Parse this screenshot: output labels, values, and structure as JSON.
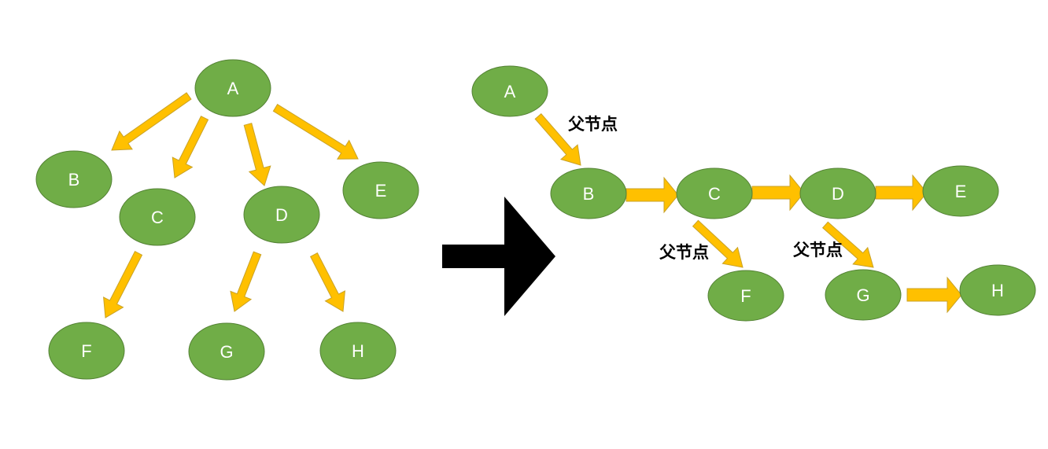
{
  "colors": {
    "node_fill": "#70ad47",
    "node_stroke": "#548235",
    "arrow_fill": "#ffc000",
    "arrow_stroke": "#c9a227",
    "transform_arrow": "#000000"
  },
  "tree": {
    "nodes": [
      "A",
      "B",
      "C",
      "D",
      "E",
      "F",
      "G",
      "H"
    ],
    "edges": [
      [
        "A",
        "B"
      ],
      [
        "A",
        "C"
      ],
      [
        "A",
        "D"
      ],
      [
        "A",
        "E"
      ],
      [
        "C",
        "F"
      ],
      [
        "D",
        "G"
      ],
      [
        "D",
        "H"
      ]
    ]
  },
  "transformed": {
    "nodes": [
      "A",
      "B",
      "C",
      "D",
      "E",
      "F",
      "G",
      "H"
    ],
    "edges": [
      {
        "from": "A",
        "to": "B",
        "label": "父节点"
      },
      {
        "from": "B",
        "to": "C",
        "label": ""
      },
      {
        "from": "C",
        "to": "D",
        "label": ""
      },
      {
        "from": "D",
        "to": "E",
        "label": ""
      },
      {
        "from": "C",
        "to": "F",
        "label": "父节点"
      },
      {
        "from": "D",
        "to": "G",
        "label": "父节点"
      },
      {
        "from": "G",
        "to": "H",
        "label": ""
      }
    ]
  }
}
